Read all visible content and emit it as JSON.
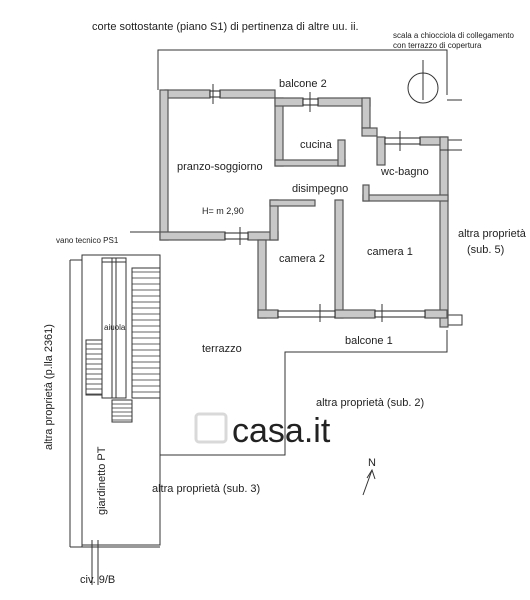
{
  "labels": {
    "corte": "corte sottostante (piano S1) di pertinenza di altre uu. ii.",
    "scala_line1": "scala a chiocciola di collegamento",
    "scala_line2": "con terrazzo di copertura",
    "balcone2": "balcone 2",
    "cucina": "cucina",
    "pranzo": "pranzo-soggiorno",
    "wc": "wc-bagno",
    "disimpegno": "disimpegno",
    "altezza": "H= m  2,90",
    "vano_tecnico": "vano tecnico PS1",
    "altra_sub5_line1": "altra proprietà",
    "altra_sub5_line2": "(sub. 5)",
    "camera2": "camera 2",
    "camera1": "camera 1",
    "aiuola": "aiuola",
    "balcone1": "balcone 1",
    "terrazzo": "terrazzo",
    "altra_pla": "altra proprietà (p.lla 2361)",
    "altra_sub2": "altra proprietà (sub. 2)",
    "giardinetto": "giardinetto PT",
    "north": "N",
    "altra_sub3": "altra proprietà (sub. 3)",
    "civ": "civ. 9/B"
  },
  "watermark": "casa.it",
  "colors": {
    "wall_fill": "#c8c8c8",
    "wall_stroke": "#555555",
    "line": "#333333",
    "watermark": "#d9d9d9"
  }
}
